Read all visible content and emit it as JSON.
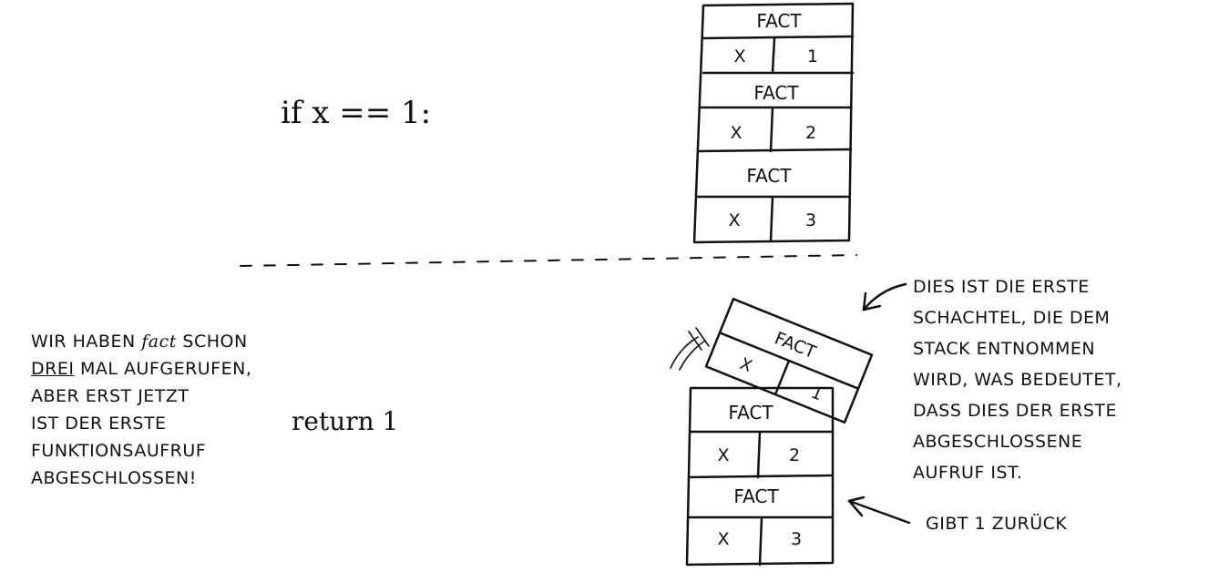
{
  "code": {
    "condition": "if x == 1:",
    "return_stmt": "return 1"
  },
  "stack_top": {
    "frames": [
      {
        "name": "FACT",
        "var": "X",
        "val": "1"
      },
      {
        "name": "FACT",
        "var": "X",
        "val": "2"
      },
      {
        "name": "FACT",
        "var": "X",
        "val": "3"
      }
    ]
  },
  "stack_bottom": {
    "popped": {
      "name": "FACT",
      "var": "X",
      "val": "1"
    },
    "frames": [
      {
        "name": "FACT",
        "var": "X",
        "val": "2"
      },
      {
        "name": "FACT",
        "var": "X",
        "val": "3"
      }
    ]
  },
  "notes": {
    "left": {
      "line1_pre": "WIR HABEN ",
      "line1_fact": "fact",
      "line1_post": " SCHON",
      "line2_underlined": "DREI",
      "line2_rest": " MAL AUFGERUFEN,",
      "line3": "ABER ERST JETZT",
      "line4": "IST DER ERSTE",
      "line5": "FUNKTIONSAUFRUF",
      "line6": "ABGESCHLOSSEN!"
    },
    "right": [
      "DIES IST DIE ERSTE",
      "SCHACHTEL, DIE DEM",
      "STACK ENTNOMMEN",
      "WIRD, WAS BEDEUTET,",
      "DASS DIES DER ERSTE",
      "ABGESCHLOSSENE",
      "AUFRUF IST."
    ],
    "returns": "GIBT 1 ZURÜCK"
  }
}
